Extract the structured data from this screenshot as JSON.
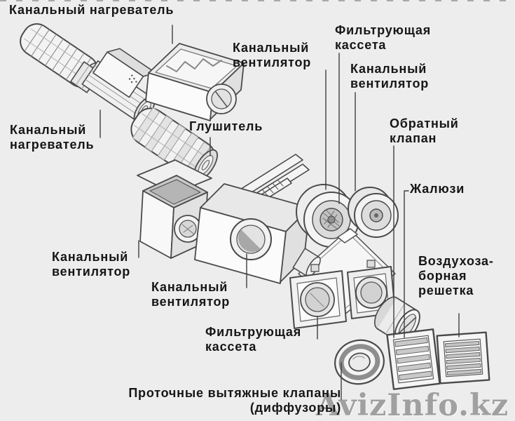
{
  "colors": {
    "background": "#ededed",
    "label_text": "#161616",
    "leader_line": "#3f3f3f",
    "drawing_stroke": "#4a4a4a",
    "watermark": "#8d8d8d"
  },
  "watermark": {
    "text": "AvizInfo.kz"
  },
  "labels": [
    {
      "id": "duct-heater-top",
      "text": "Канальный нагреватель"
    },
    {
      "id": "duct-fan-upper",
      "text": "Канальный\nвентилятор"
    },
    {
      "id": "filter-cassette-upper",
      "text": "Фильтрующая\nкассета"
    },
    {
      "id": "duct-fan-right",
      "text": "Канальный\nвентилятор"
    },
    {
      "id": "check-valve",
      "text": "Обратный\nклапан"
    },
    {
      "id": "louvers",
      "text": "Жалюзи"
    },
    {
      "id": "air-intake-grille",
      "text": "Воздухоза-\nборная\nрешетка"
    },
    {
      "id": "duct-heater-left",
      "text": "Канальный\nнагреватель"
    },
    {
      "id": "silencer",
      "text": "Глушитель"
    },
    {
      "id": "duct-fan-left",
      "text": "Канальный\nвентилятор"
    },
    {
      "id": "duct-fan-center",
      "text": "Канальный\nвентилятор"
    },
    {
      "id": "filter-cassette-lower",
      "text": "Фильтрующая\nкассета"
    },
    {
      "id": "exhaust-diffusers",
      "text": "Проточные вытяжные клапаны\n(диффузоры)"
    }
  ],
  "components": [
    "flexible-air-duct",
    "duct-connector",
    "duct-heater-left",
    "silencer",
    "duct-heater-top",
    "duct-fan-open-box",
    "filter-plates",
    "duct-fan-center-box",
    "inline-round-fan-1",
    "inline-round-fan-2",
    "mounting-panel",
    "duct-stub",
    "filter-cassette-1",
    "filter-cassette-2",
    "check-valve",
    "exhaust-diffuser",
    "louver-shutter",
    "air-intake-grille"
  ]
}
